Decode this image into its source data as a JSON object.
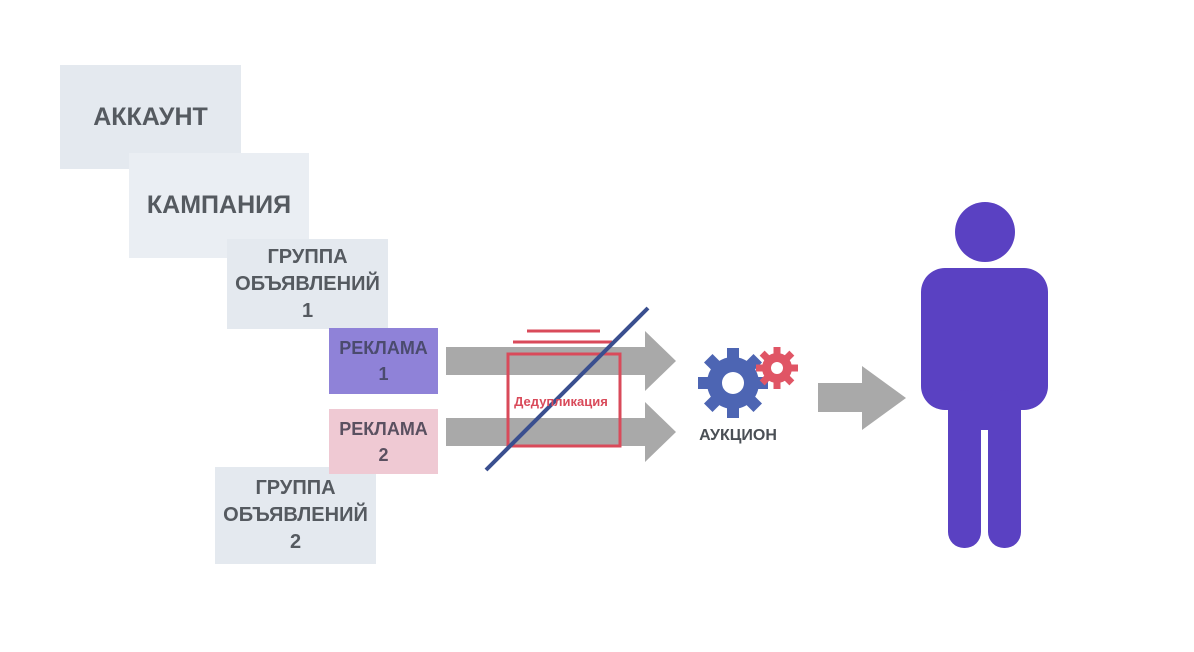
{
  "hierarchy": {
    "account": "АККАУНТ",
    "campaign": "КАМПАНИЯ",
    "ad_group_1": "ГРУППА\nОБЪЯВЛЕНИЙ\n1",
    "ad_1": "РЕКЛАМА\n1",
    "ad_2": "РЕКЛАМА\n2",
    "ad_group_2": "ГРУППА\nОБЪЯВЛЕНИЙ\n2"
  },
  "dedup": {
    "label": "Дедупликация",
    "crossed_out": true
  },
  "auction": {
    "label": "АУКЦИОН"
  },
  "icons": {
    "gears": "gears-icon",
    "person": "person-icon",
    "arrows": "arrow-right-icon",
    "dedup": "dedup-box-icon"
  },
  "colors": {
    "box_bg": "#e4e9ef",
    "ad1_bg": "#8f82d8",
    "ad2_bg": "#efc9d3",
    "arrow_gray": "#a9a9a9",
    "dedup_red": "#d94a5a",
    "strike_blue": "#3a4f8f",
    "gear_blue": "#4d65b3",
    "gear_red": "#e05565",
    "person_purple": "#5a41c2"
  }
}
